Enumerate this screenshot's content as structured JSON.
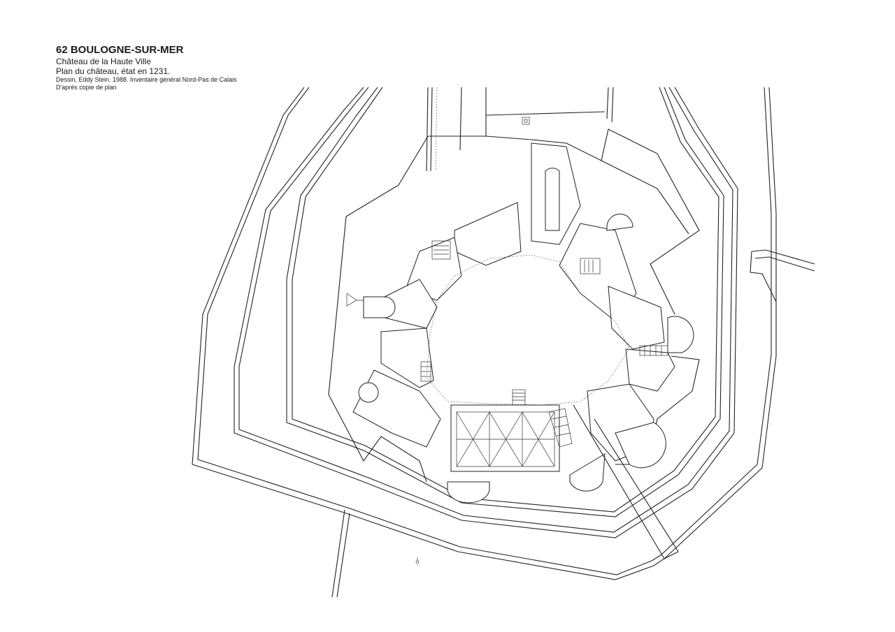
{
  "caption": {
    "title": "62 BOULOGNE-SUR-MER",
    "subtitle1": "Château de la Haute Ville",
    "subtitle2": "Plan du château, état en 1231.",
    "credit": "Dessin, Eddy Stein. 1988. Inventaire général Nord-Pas de Calais",
    "source": "D'après copie de plan"
  }
}
